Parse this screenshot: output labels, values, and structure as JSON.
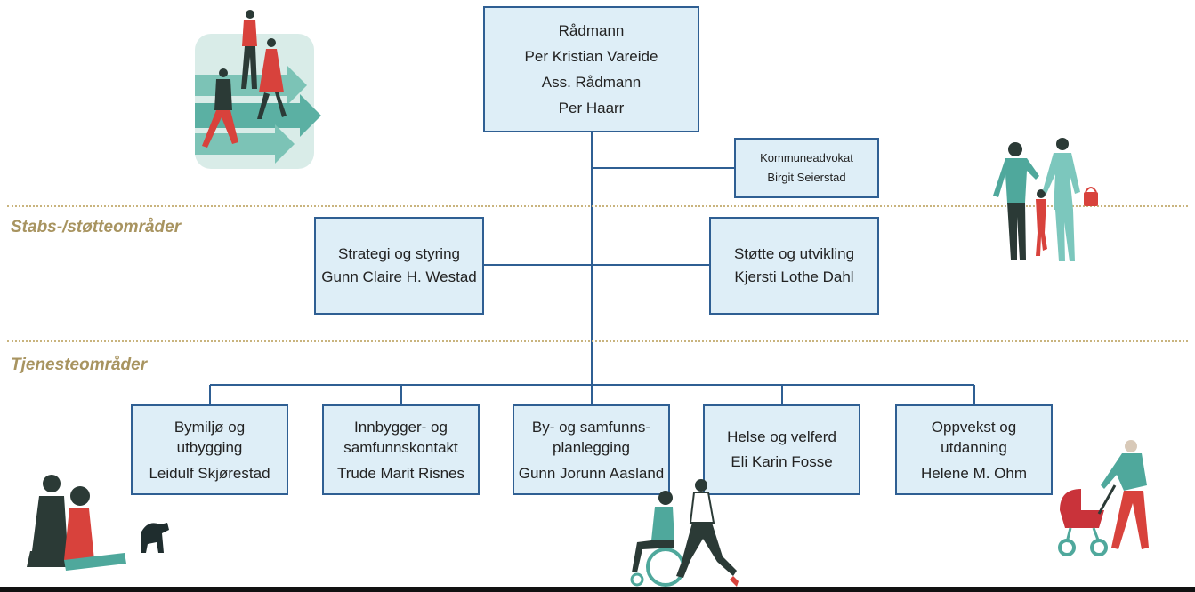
{
  "top": {
    "lines": [
      "Rådmann",
      "Per Kristian Vareide",
      "Ass. Rådmann",
      "Per Haarr"
    ]
  },
  "advocate": {
    "lines": [
      "Kommuneadvokat",
      "Birgit Seierstad"
    ]
  },
  "sections": {
    "staff": "Stabs-/støtteområder",
    "services": "Tjenesteområder"
  },
  "staff_units": [
    {
      "lines": [
        "Strategi og styring",
        "Gunn Claire H. Westad"
      ]
    },
    {
      "lines": [
        "Støtte og utvikling",
        "Kjersti Lothe Dahl"
      ]
    }
  ],
  "service_units": [
    {
      "lines": [
        "Bymiljø og",
        "utbygging",
        "Leidulf Skjørestad"
      ]
    },
    {
      "lines": [
        "Innbygger- og",
        "samfunnskontakt",
        "Trude Marit Risnes"
      ]
    },
    {
      "lines": [
        "By- og samfunns-",
        "planlegging",
        "Gunn Jorunn Aasland"
      ]
    },
    {
      "lines": [
        "Helse og velferd",
        "Eli Karin Fosse"
      ]
    },
    {
      "lines": [
        "Oppvekst og",
        "utdanning",
        "Helene M. Ohm"
      ]
    }
  ],
  "colors": {
    "box_fill": "#deeef7",
    "box_border": "#2f5f93",
    "connector": "#2f5f93",
    "section_label": "#a89460",
    "figure_teal": "#4fa89c",
    "figure_red": "#d8423c",
    "figure_dark": "#2b3a36"
  },
  "illustrations": [
    "people-walking-arrows-icon",
    "family-icon",
    "couple-with-dog-icon",
    "wheelchair-and-runner-icon",
    "parent-with-stroller-icon"
  ]
}
